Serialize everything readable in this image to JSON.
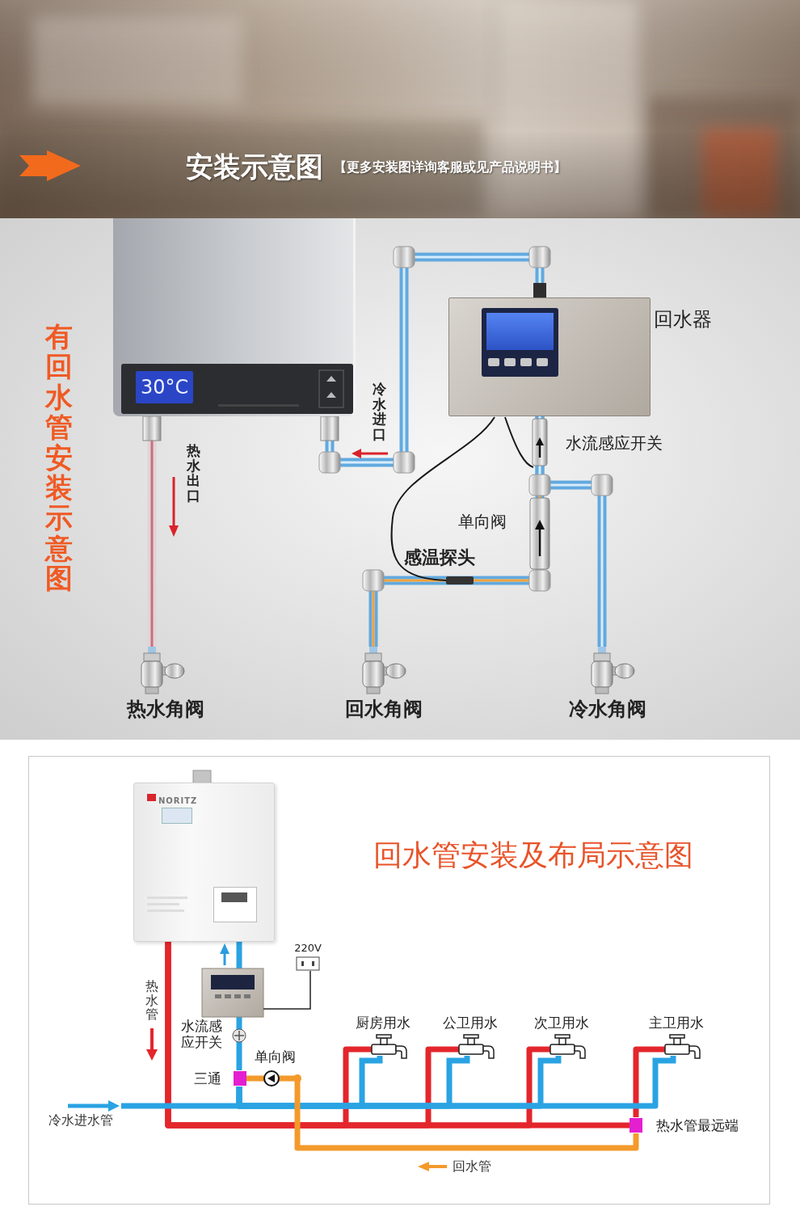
{
  "diagram": {
    "title": "安装示意图",
    "nodes": [
      {
        "text": [
          "30°C"
        ]
      },
      {
        "text": [
          "回水器"
        ]
      },
      {
        "text": [
          "热水角阀"
        ]
      },
      {
        "text": [
          "回水角阀"
        ]
      },
      {
        "text": [
          "冷水角阀"
        ]
      },
      {
        "text": [
          "NORITZ"
        ]
      },
      {
        "text": [
          "220V"
        ]
      },
      {
        "text": [
          "水流感 应开关"
        ]
      },
      {
        "text": [
          "三通"
        ]
      },
      {
        "text": [
          "单向阀"
        ]
      },
      {
        "text": [
          "厨房用水"
        ]
      },
      {
        "text": [
          "公卫用水"
        ]
      },
      {
        "text": [
          "次卫用水"
        ]
      },
      {
        "text": [
          "主卫用水"
        ]
      },
      {
        "text": [
          "热水管最远端"
        ]
      }
    ],
    "edges": [
      {
        "from": 0,
        "to": 2,
        "arrow": "none"
      },
      {
        "from": 4,
        "to": 1,
        "arrow": "none"
      },
      {
        "from": 3,
        "to": 1,
        "arrow": "none"
      },
      {
        "from": 1,
        "to": 0,
        "arrow": "none"
      },
      {
        "from": 5,
        "to": 10,
        "arrow": "none"
      },
      {
        "from": 5,
        "to": 11,
        "arrow": "none"
      },
      {
        "from": 5,
        "to": 12,
        "arrow": "none"
      },
      {
        "from": 5,
        "to": 14,
        "arrow": "none"
      },
      {
        "from": 14,
        "to": 13,
        "arrow": "none"
      },
      {
        "from": 8,
        "to": 10,
        "arrow": "none"
      },
      {
        "from": 8,
        "to": 11,
        "arrow": "none"
      },
      {
        "from": 8,
        "to": 12,
        "arrow": "none"
      },
      {
        "from": 8,
        "to": 13,
        "arrow": "none"
      },
      {
        "from": 14,
        "to": 9,
        "arrow": "none"
      },
      {
        "from": 9,
        "to": 8,
        "arrow": "none"
      },
      {
        "from": 8,
        "to": 7,
        "arrow": "none"
      },
      {
        "from": 7,
        "to": 5,
        "arrow": "none"
      }
    ],
    "labels": [
      "【更多安装图详询客服或见产品说明书】",
      "有回水管安装示意图",
      "热水出口",
      "冷水进口",
      "水流感应开关",
      "单向阀",
      "感温探头",
      "回水管安装及布局示意图",
      "热水管",
      "冷水进水管",
      "回水管"
    ]
  }
}
